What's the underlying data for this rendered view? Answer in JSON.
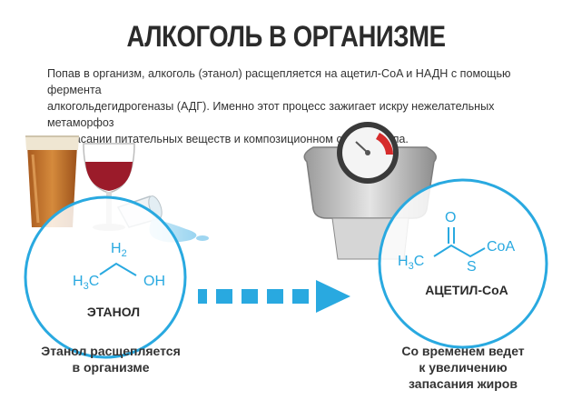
{
  "title": "АЛКОГОЛЬ В ОРГАНИЗМЕ",
  "intro": {
    "line1": "Попав в организм, алкоголь (этанол) расщепляется на ацетил-CoA и НАДН с помощью фермента",
    "line2": "алкогольдегидрогеназы (АДГ). Именно этот процесс зажигает искру нежелательных метаморфоз",
    "line3": "в запасании питательных веществ и композиционном составе тела."
  },
  "ethanol": {
    "label": "ЭТАНОЛ",
    "h2_H": "H",
    "h2_sub": "2",
    "h3c_H": "H",
    "h3c_sub": "3",
    "h3c_C": "C",
    "oh": "OH"
  },
  "acetyl": {
    "label": "АЦЕТИЛ-CoA",
    "o": "O",
    "s": "S",
    "coa": "CoA",
    "h3c_H": "H",
    "h3c_sub": "3",
    "h3c_C": "C"
  },
  "caption_left": {
    "line1": "Этанол расщепляется",
    "line2": "в организме"
  },
  "caption_right": {
    "line1": "Со временем ведет",
    "line2": "к увеличению",
    "line3": "запасания жиров"
  },
  "colors": {
    "accent": "#29a9e0",
    "dark_text": "#2b2b2b",
    "beer": "#c6742d",
    "wine": "#9b1b2a",
    "scale_red": "#d62b2b"
  },
  "icons": [
    "beer-glass-icon",
    "wine-glass-icon",
    "spilled-shot-glass-icon",
    "bathroom-scale-icon",
    "arrow-right-icon"
  ]
}
